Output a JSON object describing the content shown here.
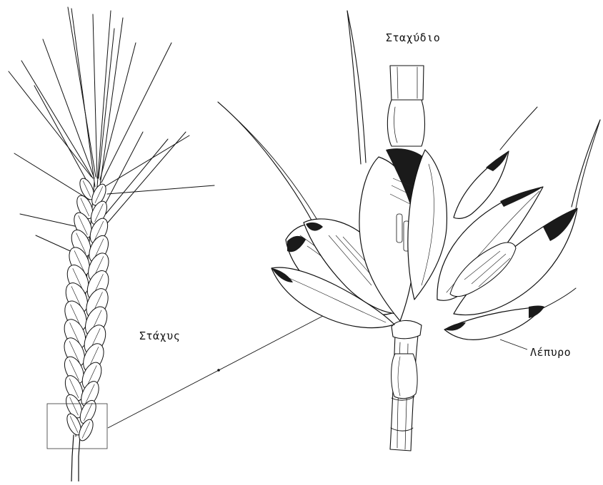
{
  "labels": {
    "spikelet": "Σταχύδιο",
    "spike": "Στάχυς",
    "husk": "Λέπυρο"
  },
  "colors": {
    "ink": "#111111",
    "background": "#ffffff"
  }
}
